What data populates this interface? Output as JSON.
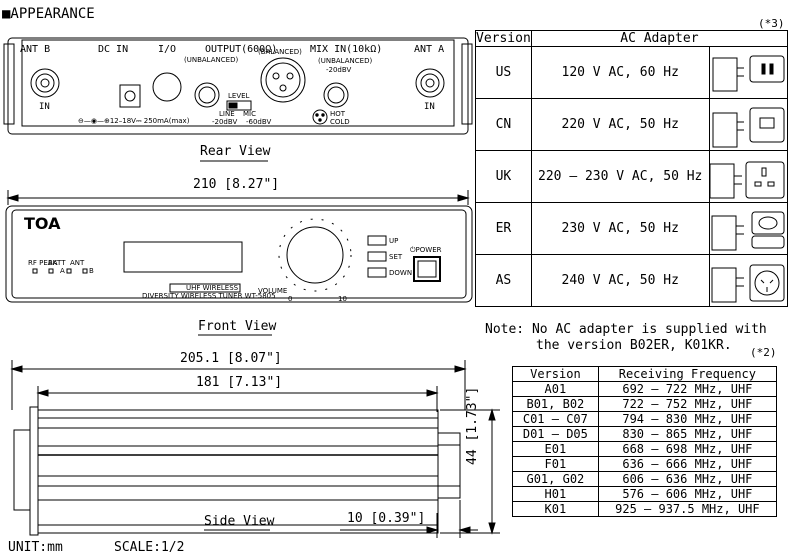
{
  "heading": "■APPEARANCE",
  "rear": {
    "caption": "Rear View",
    "ant_b": "ANT B",
    "dc_in": "DC IN",
    "io": "I/O",
    "output": "OUTPUT(600Ω)",
    "unbalanced": "(UNBALANCED)",
    "balanced": "(BALANCED)",
    "mix_in": "MIX IN(10kΩ)",
    "mix_unbalanced": "(UNBALANCED)",
    "mix_level": "-20dBV",
    "ant_a": "ANT A",
    "in_left": "IN",
    "in_right": "IN",
    "level": "LEVEL",
    "line": "LINE",
    "mic": "MIC",
    "line_level": "-20dBV",
    "mic_level": "-60dBV",
    "power_spec": "⊖—◉—⊕12–18V⎓    250mA(max)",
    "hot": "HOT",
    "cold": "COLD"
  },
  "front": {
    "caption": "Front View",
    "brand": "TOA",
    "rf_peak": "RF PEAK",
    "batt": "BATT",
    "ant": "ANT",
    "ant_a": "A",
    "ant_b": "B",
    "model_line1": "UHF WIRELESS",
    "model_line2": "DIVERSITY WIRELESS TUNER WT-5805",
    "volume": "VOLUME",
    "vol_min": "0",
    "vol_max": "10",
    "up": "UP",
    "set": "SET",
    "down": "DOWN",
    "power": "⏻POWER"
  },
  "side": {
    "caption": "Side View"
  },
  "dimensions": {
    "width_rear": "210 [8.27\"]",
    "width_side_total": "205.1 [8.07\"]",
    "width_side_body": "181 [7.13\"]",
    "height_body": "44 [1.73\"]",
    "knob_depth": "10 [0.39\"]"
  },
  "unit": "UNIT:mm",
  "scale": "SCALE:1/2",
  "footnote_3": "(*3)",
  "footnote_2": "(*2)",
  "ac_table": {
    "headers": [
      "Version",
      "AC Adapter"
    ],
    "rows": [
      {
        "version": "US",
        "spec": "120 V AC, 60 Hz"
      },
      {
        "version": "CN",
        "spec": "220 V AC, 50 Hz"
      },
      {
        "version": "UK",
        "spec": "220 – 230 V AC, 50 Hz"
      },
      {
        "version": "ER",
        "spec": "230 V AC, 50 Hz"
      },
      {
        "version": "AS",
        "spec": "240 V AC, 50 Hz"
      }
    ]
  },
  "note_line1": "Note: No AC adapter is supplied with",
  "note_line2": "the version B02ER, K01KR.",
  "freq_table": {
    "headers": [
      "Version",
      "Receiving Frequency"
    ],
    "rows": [
      {
        "version": "A01",
        "freq": "692 – 722 MHz, UHF"
      },
      {
        "version": "B01, B02",
        "freq": "722 – 752 MHz, UHF"
      },
      {
        "version": "C01 – C07",
        "freq": "794 – 830 MHz, UHF"
      },
      {
        "version": "D01 – D05",
        "freq": "830 – 865 MHz, UHF"
      },
      {
        "version": "E01",
        "freq": "668 – 698 MHz, UHF"
      },
      {
        "version": "F01",
        "freq": "636 – 666 MHz, UHF"
      },
      {
        "version": "G01, G02",
        "freq": "606 – 636 MHz, UHF"
      },
      {
        "version": "H01",
        "freq": "576 – 606 MHz, UHF"
      },
      {
        "version": "K01",
        "freq": "925 – 937.5 MHz, UHF"
      }
    ]
  }
}
